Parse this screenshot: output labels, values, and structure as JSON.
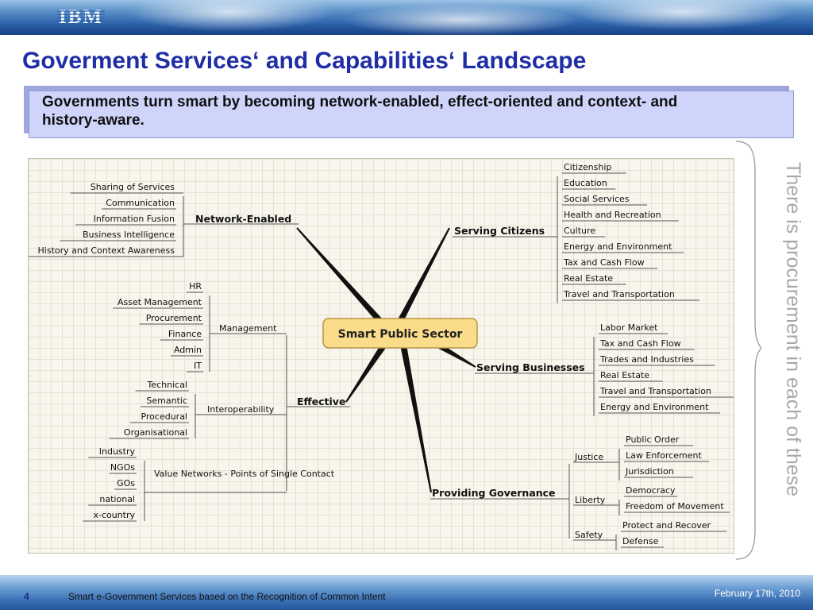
{
  "header": {
    "logo_text": "IBM",
    "title": "Goverment Services‘ and Capabilities‘ Landscape",
    "subtitle": "Governments turn smart by becoming network-enabled, effect-oriented and context- and history-aware."
  },
  "side_note": "There is procurement in each of these",
  "footer": {
    "page": "4",
    "text": "Smart e-Government Services based on the Recognition of Common Intent",
    "date": "February 17th, 2010"
  },
  "mindmap": {
    "center": "Smart Public Sector",
    "branches": {
      "network": {
        "label": "Network-Enabled",
        "items": [
          "Sharing of Services",
          "Communication",
          "Information Fusion",
          "Business Intelligence",
          "History and Context Awareness"
        ]
      },
      "effective": {
        "label": "Effective",
        "groups": [
          {
            "label": "Management",
            "items": [
              "HR",
              "Asset Management",
              "Procurement",
              "Finance",
              "Admin",
              "IT"
            ]
          },
          {
            "label": "Interoperability",
            "items": [
              "Technical",
              "Semantic",
              "Procedural",
              "Organisational"
            ]
          },
          {
            "label": "Value Networks - Points of Single Contact",
            "items": [
              "Industry",
              "NGOs",
              "GOs",
              "national",
              "x-country"
            ]
          }
        ]
      },
      "citizens": {
        "label": "Serving Citizens",
        "items": [
          "Citizenship",
          "Education",
          "Social Services",
          "Health and Recreation",
          "Culture",
          "Energy and Environment",
          "Tax and Cash Flow",
          "Real Estate",
          "Travel and Transportation"
        ]
      },
      "businesses": {
        "label": "Serving Businesses",
        "items": [
          "Labor Market",
          "Tax and Cash Flow",
          "Trades and Industries",
          "Real Estate",
          "Travel and Transportation",
          "Energy and Environment"
        ]
      },
      "governance": {
        "label": "Providing Governance",
        "groups": [
          {
            "label": "Justice",
            "items": [
              "Public Order",
              "Law Enforcement",
              "Jurisdiction"
            ]
          },
          {
            "label": "Liberty",
            "items": [
              "Democracy",
              "Freedom of Movement"
            ]
          },
          {
            "label": "Safety",
            "items": [
              "Protect and Recover",
              "Defense"
            ]
          }
        ]
      }
    }
  }
}
